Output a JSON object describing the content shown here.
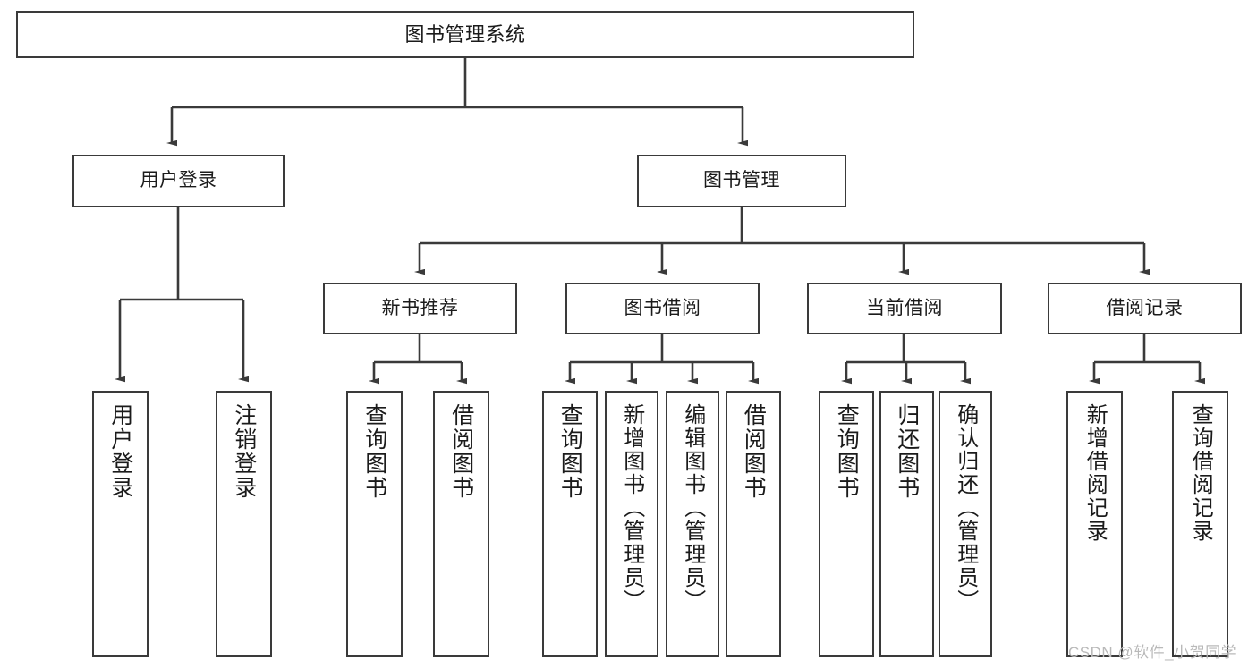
{
  "diagram": {
    "type": "tree",
    "title": "图书管理系统",
    "root": {
      "label": "图书管理系统"
    },
    "level2": [
      {
        "label": "用户登录"
      },
      {
        "label": "图书管理"
      }
    ],
    "level3": [
      {
        "label": "新书推荐"
      },
      {
        "label": "图书借阅"
      },
      {
        "label": "当前借阅"
      },
      {
        "label": "借阅记录"
      }
    ],
    "leaves": {
      "user_login": [
        {
          "label": "用户登录"
        },
        {
          "label": "注销登录"
        }
      ],
      "new_book_recommend": [
        {
          "label": "查询图书"
        },
        {
          "label": "借阅图书"
        }
      ],
      "book_borrow": [
        {
          "label": "查询图书"
        },
        {
          "label": "新增图书（管理员）"
        },
        {
          "label": "编辑图书（管理员）"
        },
        {
          "label": "借阅图书"
        }
      ],
      "current_borrow": [
        {
          "label": "查询图书"
        },
        {
          "label": "归还图书"
        },
        {
          "label": "确认归还（管理员）"
        }
      ],
      "borrow_record": [
        {
          "label": "新增借阅记录"
        },
        {
          "label": "查询借阅记录"
        }
      ]
    }
  },
  "watermark": {
    "text": "CSDN @软件_小贺同学"
  },
  "colors": {
    "stroke": "#3a3a3a",
    "text": "#1b1b1b",
    "background": "#ffffff",
    "watermark": "#b9b9b9"
  }
}
